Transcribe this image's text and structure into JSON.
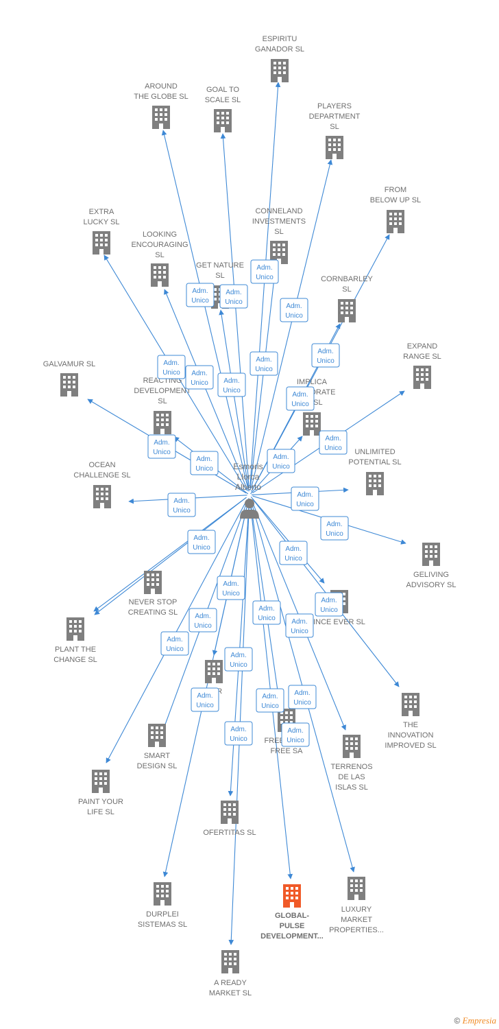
{
  "center": {
    "label_lines": [
      "Esmoris",
      "Llorca",
      "Alberto"
    ],
    "icon": "person-icon"
  },
  "badge_label": [
    "Adm.",
    "Unico"
  ],
  "colors": {
    "edge": "#3d88d5",
    "building": "#7f7f7f",
    "highlight": "#f05a28"
  },
  "companies": [
    {
      "id": "espiritu-ganador",
      "label_lines": [
        "ESPIRITU",
        "GANADOR SL"
      ]
    },
    {
      "id": "around-the-globe",
      "label_lines": [
        "AROUND",
        "THE GLOBE  SL"
      ]
    },
    {
      "id": "goal-to-scale",
      "label_lines": [
        "GOAL TO",
        "SCALE  SL"
      ]
    },
    {
      "id": "players-department",
      "label_lines": [
        "PLAYERS",
        "DEPARTMENT",
        "SL"
      ]
    },
    {
      "id": "from-below-up",
      "label_lines": [
        "FROM",
        "BELOW UP  SL"
      ]
    },
    {
      "id": "extra-lucky",
      "label_lines": [
        "EXTRA",
        "LUCKY  SL"
      ]
    },
    {
      "id": "conneland-investments",
      "label_lines": [
        "CONNELAND",
        "INVESTMENTS",
        "SL"
      ]
    },
    {
      "id": "looking-encouraging",
      "label_lines": [
        "LOOKING",
        "ENCOURAGING",
        "SL"
      ]
    },
    {
      "id": "get-nature",
      "label_lines": [
        "GET NATURE",
        "SL"
      ]
    },
    {
      "id": "cornbarley",
      "label_lines": [
        "CORNBARLEY",
        "SL"
      ]
    },
    {
      "id": "expand-range",
      "label_lines": [
        "EXPAND",
        "RANGE  SL"
      ]
    },
    {
      "id": "galvamur",
      "label_lines": [
        "GALVAMUR  SL"
      ]
    },
    {
      "id": "reacting-development",
      "label_lines": [
        "REACTING",
        "DEVELOPMENT",
        "SL"
      ]
    },
    {
      "id": "implica-corporate",
      "label_lines": [
        "IMPLICA",
        "CORPORATE",
        "SE  SL"
      ]
    },
    {
      "id": "unlimited-potential",
      "label_lines": [
        "UNLIMITED",
        "POTENTIAL  SL"
      ]
    },
    {
      "id": "ocean-challenge",
      "label_lines": [
        "OCEAN",
        "CHALLENGE  SL"
      ]
    },
    {
      "id": "geliving-advisory",
      "label_lines": [
        "GELIVING",
        "ADVISORY  SL"
      ]
    },
    {
      "id": "never-stop-creating",
      "label_lines": [
        "NEVER STOP",
        "CREATING  SL"
      ]
    },
    {
      "id": "since-ever",
      "label_lines": [
        "INCE EVER  SL"
      ]
    },
    {
      "id": "plant-the-change",
      "label_lines": [
        "PLANT THE",
        "CHANGE  SL"
      ]
    },
    {
      "id": "our-sl",
      "label_lines": [
        "OUR",
        "SL"
      ]
    },
    {
      "id": "the-innovation-improved",
      "label_lines": [
        "THE",
        "INNOVATION",
        "IMPROVED  SL"
      ]
    },
    {
      "id": "smart-design",
      "label_lines": [
        "SMART",
        "DESIGN  SL"
      ]
    },
    {
      "id": "free-to-be-free",
      "label_lines": [
        "FREE TO BE",
        "FREE SA"
      ]
    },
    {
      "id": "terrenos-de-las-islas",
      "label_lines": [
        "TERRENOS",
        "DE LAS",
        "ISLAS  SL"
      ]
    },
    {
      "id": "paint-your-life",
      "label_lines": [
        "PAINT YOUR",
        "LIFE  SL"
      ]
    },
    {
      "id": "ofertitas",
      "label_lines": [
        "OFERTITAS  SL"
      ]
    },
    {
      "id": "durplei-sistemas",
      "label_lines": [
        "DURPLEI",
        "SISTEMAS  SL"
      ]
    },
    {
      "id": "global-pulse-development",
      "label_lines": [
        "GLOBAL-",
        "PULSE",
        "DEVELOPMENT..."
      ],
      "highlight": true
    },
    {
      "id": "luxury-market-properties",
      "label_lines": [
        "LUXURY",
        "MARKET",
        "PROPERTIES..."
      ]
    },
    {
      "id": "a-ready-market",
      "label_lines": [
        "A READY",
        "MARKET  SL"
      ]
    }
  ],
  "footer": {
    "copyright": "©",
    "brand": "Empresia"
  }
}
